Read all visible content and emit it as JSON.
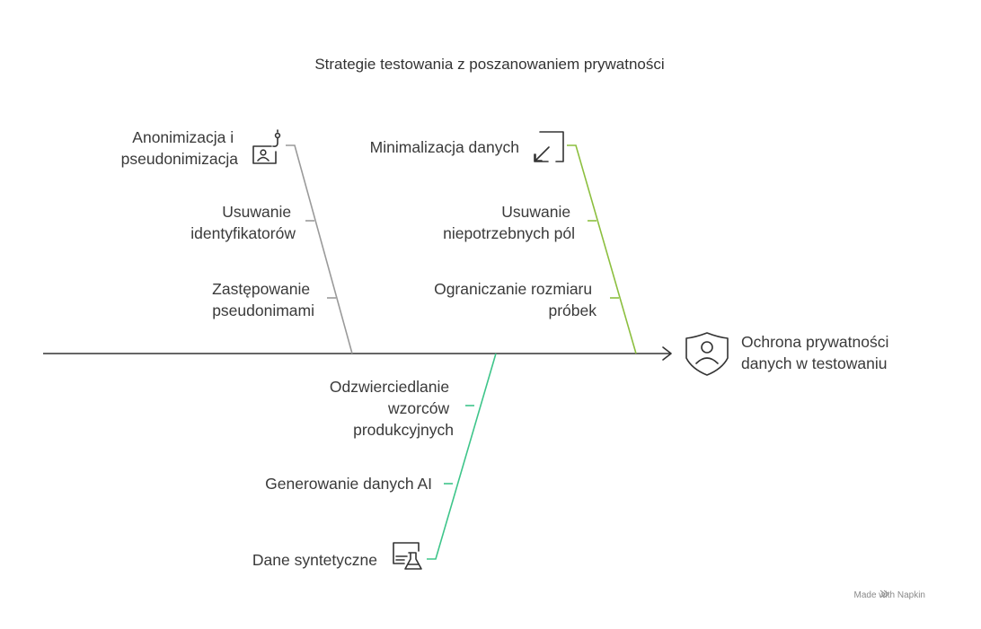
{
  "title": "Strategie testowania z poszanowaniem prywatności",
  "effect": {
    "lines": [
      "Ochrona prywatności",
      "danych w testowaniu"
    ],
    "icon": "shield-user-icon"
  },
  "causes": [
    {
      "id": "anon",
      "lines": [
        "Anonimizacja i",
        "pseudonimizacja"
      ],
      "icon": "id-card-icon",
      "color": "#999999",
      "subs": [
        {
          "lines": [
            "Usuwanie",
            "identyfikatorów"
          ]
        },
        {
          "lines": [
            "Zastępowanie",
            "pseudonimami"
          ]
        }
      ]
    },
    {
      "id": "minimal",
      "lines": [
        "Minimalizacja danych"
      ],
      "icon": "minimize-arrow-icon",
      "color": "#8cbf3f",
      "subs": [
        {
          "lines": [
            "Usuwanie",
            "niepotrzebnych pól"
          ]
        },
        {
          "lines": [
            "Ograniczanie rozmiaru",
            "próbek"
          ]
        }
      ]
    },
    {
      "id": "synthetic",
      "lines": [
        "Dane syntetyczne"
      ],
      "icon": "monitor-flask-icon",
      "color": "#3ec58a",
      "subs": [
        {
          "lines": [
            "Odzwierciedlanie",
            "wzorców",
            "produkcyjnych"
          ]
        },
        {
          "lines": [
            "Generowanie danych AI"
          ]
        }
      ]
    }
  ],
  "credit": "Made with  Napkin"
}
